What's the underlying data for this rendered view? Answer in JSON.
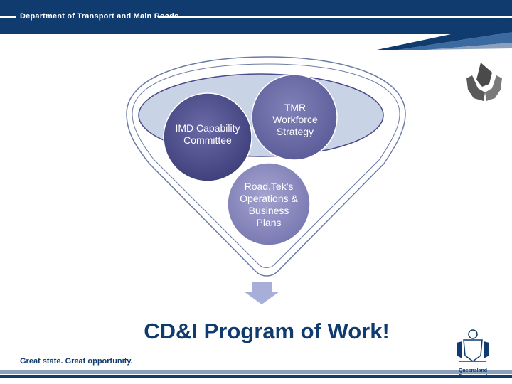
{
  "header": {
    "title": "Department of Transport and Main Roads"
  },
  "diagram": {
    "circles": [
      {
        "label": "IMD Capability Committee"
      },
      {
        "label": "TMR Workforce Strategy"
      },
      {
        "label": "Road.Tek's Operations & Business Plans"
      }
    ],
    "conclusion": "CD&I Program of Work!"
  },
  "footer": {
    "tagline": "Great state. Great opportunity.",
    "crest_label": "Queensland Government"
  },
  "colors": {
    "navy": "#0f3b6e",
    "funnel_fill": "#c9d3e6",
    "circle_dark": "#4a4a8a",
    "circle_mid": "#6a6aa6",
    "circle_light": "#8a8ac0",
    "arrow": "#a7aed8"
  },
  "icons": [
    "hands-icon",
    "queensland-crest-icon",
    "down-arrow-icon"
  ]
}
